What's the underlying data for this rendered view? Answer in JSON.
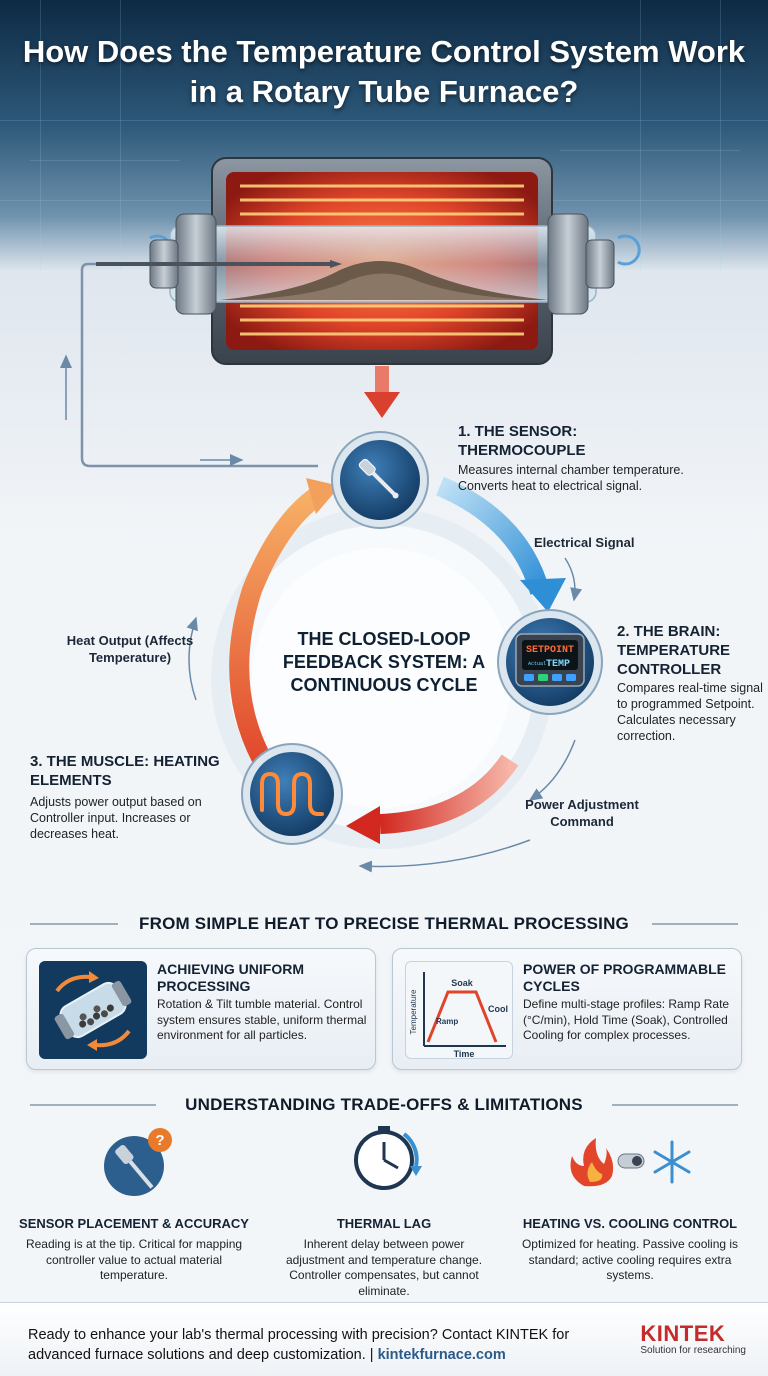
{
  "title": "How Does the Temperature Control System Work in a Rotary Tube Furnace?",
  "diagram": {
    "center_text": "THE CLOSED-LOOP FEEDBACK SYSTEM: A CONTINUOUS CYCLE",
    "steps": [
      {
        "title": "1. THE SENSOR: THERMOCOUPLE",
        "desc": "Measures internal chamber temperature. Converts heat to electrical signal.",
        "icon": "thermocouple-icon"
      },
      {
        "title": "2. THE BRAIN: TEMPERATURE CONTROLLER",
        "desc": "Compares real-time signal to programmed Setpoint. Calculates necessary correction.",
        "icon": "controller-icon"
      },
      {
        "title": "3. THE MUSCLE: HEATING ELEMENTS",
        "desc": "Adjusts power output based on Controller input. Increases or decreases heat.",
        "icon": "heating-coil-icon"
      }
    ],
    "controller_display": {
      "line1": "SETPOINT",
      "line2_small": "Actual",
      "line2": "TEMP"
    },
    "flow_labels": {
      "signal": "Electrical Signal",
      "power": "Power Adjustment Command",
      "heat": "Heat Output (Affects Temperature)"
    }
  },
  "section1": {
    "heading": "FROM SIMPLE HEAT TO PRECISE THERMAL PROCESSING",
    "cards": [
      {
        "title": "ACHIEVING UNIFORM PROCESSING",
        "desc": "Rotation & Tilt tumble material. Control system ensures stable, uniform thermal environment for all particles.",
        "icon": "rotating-tube-icon"
      },
      {
        "title": "POWER OF PROGRAMMABLE CYCLES",
        "desc": "Define multi-stage profiles: Ramp Rate (°C/min), Hold Time (Soak), Controlled Cooling for complex processes.",
        "icon": "temperature-profile-chart",
        "chart_labels": {
          "ylabel": "Temperature",
          "xlabel": "Time",
          "ramp": "Ramp",
          "soak": "Soak",
          "cool": "Cool"
        }
      }
    ]
  },
  "section2": {
    "heading": "UNDERSTANDING TRADE-OFFS & LIMITATIONS",
    "items": [
      {
        "title": "SENSOR PLACEMENT & ACCURACY",
        "desc": "Reading is at the tip. Critical for mapping controller value to actual material temperature.",
        "icon": "sensor-question-icon",
        "badge": "?"
      },
      {
        "title": "THERMAL LAG",
        "desc": "Inherent delay between power adjustment and temperature change. Controller compensates, but cannot eliminate.",
        "icon": "clock-icon"
      },
      {
        "title": "HEATING VS. COOLING CONTROL",
        "desc": "Optimized for heating. Passive cooling is standard; active cooling requires extra systems.",
        "icon": "flame-snowflake-icon"
      }
    ]
  },
  "footer": {
    "text": "Ready to enhance your lab's thermal processing with precision? Contact KINTEK for advanced furnace solutions and deep customization.",
    "separator": "|",
    "link": "kintekfurnace.com",
    "brand": "KINTEK",
    "tagline": "Solution for researching"
  },
  "colors": {
    "accent_blue": "#3a8fd0",
    "accent_red": "#d9342b",
    "accent_orange": "#f2994a",
    "navy": "#142233"
  }
}
